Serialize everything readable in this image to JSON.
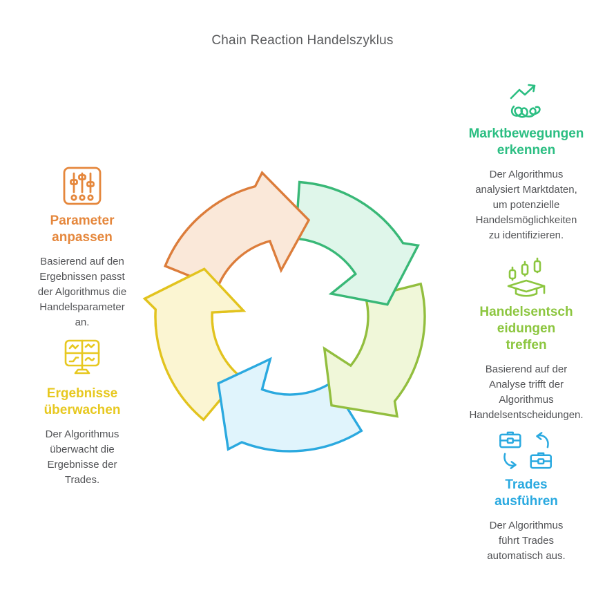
{
  "title": "Chain Reaction Handelszyklus",
  "sections": [
    {
      "id": "detect",
      "icon": "market-trend-icon",
      "heading": "Marktbewegungen\nerkennen",
      "body": "Der Algorithmus\nanalysiert Marktdaten,\num potenzielle\nHandelsmöglichkeiten\nzu identifizieren.",
      "color": "#2bbe82"
    },
    {
      "id": "decide",
      "icon": "candles-graduation-cap-icon",
      "heading": "Handelsentsch\neidungen\ntreffen",
      "body": "Basierend auf der\nAnalyse trifft der\nAlgorithmus\nHandelsentscheidungen.",
      "color": "#8cc63f"
    },
    {
      "id": "execute",
      "icon": "briefcase-swap-icon",
      "heading": "Trades\nausführen",
      "body": "Der Algorithmus\nführt Trades\nautomatisch aus.",
      "color": "#29a9e0"
    },
    {
      "id": "adjust",
      "icon": "sliders-panel-icon",
      "heading": "Parameter\nanpassen",
      "body": "Basierend auf den\nErgebnissen passt\nder Algorithmus die\nHandelsparameter\nan.",
      "color": "#e5873c"
    },
    {
      "id": "monitor",
      "icon": "monitor-charts-icon",
      "heading": "Ergebnisse\nüberwachen",
      "body": "Der Algorithmus\nüberwacht die\nErgebnisse der\nTrades.",
      "color": "#e7c81f"
    }
  ],
  "cycle": {
    "description": "five curved arrows forming a clockwise cycle",
    "arrows": [
      {
        "name": "monitor",
        "tip": 209,
        "stroke": "#e2c31e",
        "fill": "#fbf5d2",
        "redraw_head": true
      },
      {
        "name": "execute",
        "tip": 137,
        "stroke": "#2ba9df",
        "fill": "#e0f4fc"
      },
      {
        "name": "decide",
        "tip": 65,
        "stroke": "#92be3e",
        "fill": "#f0f7d9"
      },
      {
        "name": "detect",
        "tip": 353,
        "stroke": "#39b877",
        "fill": "#dff6ea"
      },
      {
        "name": "adjust",
        "tip": 281,
        "stroke": "#dc7d3b",
        "fill": "#fae8d9"
      }
    ]
  }
}
